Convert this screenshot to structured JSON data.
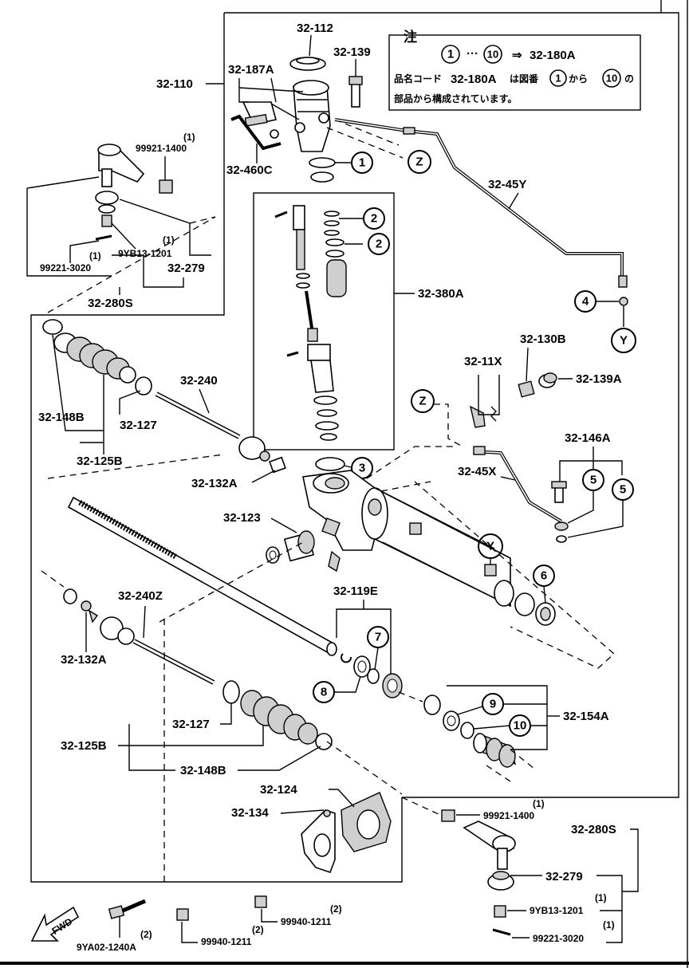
{
  "note": {
    "title": "注",
    "range_from": "1",
    "range_to": "10",
    "arrow": "⇒",
    "target": "32-180A",
    "line2_a": "品名コード",
    "line2_b": "32-180A",
    "line2_c": "は図番",
    "line2_d": "から",
    "line2_e": "の",
    "line3": "部品から構成されています。"
  },
  "parts": {
    "p32_112": "32-112",
    "p32_139": "32-139",
    "p32_187A": "32-187A",
    "p32_110": "32-110",
    "p32_460C": "32-460C",
    "p32_45Y": "32-45Y",
    "p32_380A": "32-380A",
    "p99921_1400_top": "99921-1400",
    "qty_99921_top": "(1)",
    "p9YB13_1201_top": "9YB13-1201",
    "qty_9YB_top": "(1)",
    "p99221_3020_top": "99221-3020",
    "qty_99221_top": "(1)",
    "p32_279_top": "32-279",
    "p32_280S_top": "32-280S",
    "p32_130B": "32-130B",
    "p32_11X": "32-11X",
    "p32_139A": "32-139A",
    "p32_148B_top": "32-148B",
    "p32_127_top": "32-127",
    "p32_125B_top": "32-125B",
    "p32_240": "32-240",
    "p32_146A": "32-146A",
    "p32_45X": "32-45X",
    "p32_132A_top": "32-132A",
    "p32_123": "32-123",
    "p32_119E": "32-119E",
    "p32_240Z": "32-240Z",
    "p32_132A_bottom": "32-132A",
    "p32_154A": "32-154A",
    "p32_127_bottom": "32-127",
    "p32_125B_bottom": "32-125B",
    "p32_148B_bottom": "32-148B",
    "p32_124": "32-124",
    "p32_134": "32-134",
    "p99921_1400_bottom": "99921-1400",
    "qty_99921_bottom": "(1)",
    "p32_280S_bottom": "32-280S",
    "p32_279_bottom": "32-279",
    "p9YB13_1201_bottom": "9YB13-1201",
    "qty_9YB_bottom": "(1)",
    "p99221_3020_bottom": "99221-3020",
    "qty_99221_bottom": "(1)",
    "p99940_1211_a": "99940-1211",
    "qty_99940_a": "(2)",
    "p99940_1211_b": "99940-1211",
    "qty_99940_b": "(2)",
    "p9YA02_1240A": "9YA02-1240A",
    "qty_9YA02": "(2)"
  },
  "callouts": {
    "c1": "1",
    "c2a": "2",
    "c2b": "2",
    "c3": "3",
    "c4": "4",
    "c5a": "5",
    "c5b": "5",
    "c6": "6",
    "c7": "7",
    "c8": "8",
    "c9": "9",
    "c10": "10"
  },
  "refs": {
    "z_top": "Z",
    "z_mid": "Z",
    "y_top": "Y",
    "y_mid": "Y"
  },
  "fwd": "FWD"
}
